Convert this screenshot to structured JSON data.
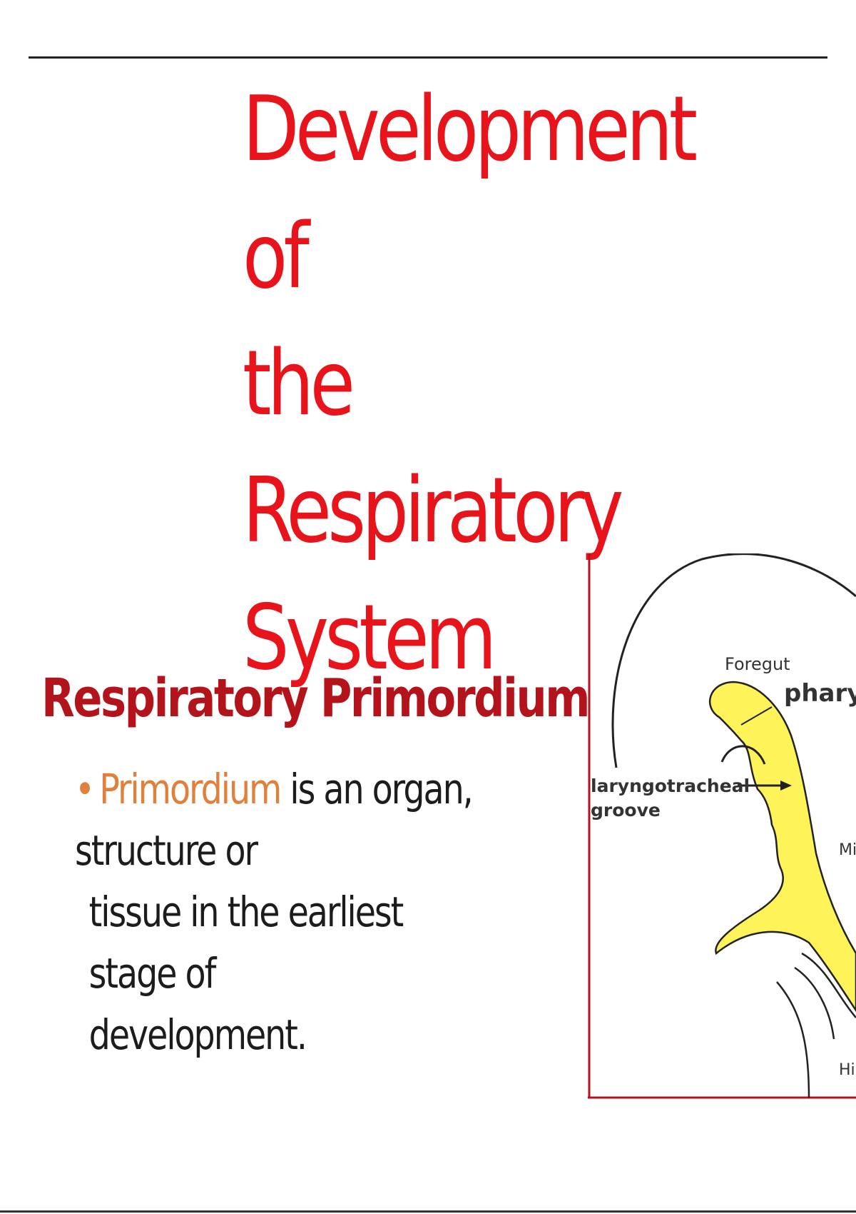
{
  "slide": {
    "title_lines": [
      "Development of",
      "the Respiratory",
      "System"
    ],
    "subtitle": "Respiratory Primordium",
    "bullet": {
      "term": "Primordium",
      "text_line1": " is an organ, structure or",
      "text_line2": "tissue in the earliest stage of",
      "text_line3": "development."
    }
  },
  "diagram": {
    "labels": {
      "foregut": "Foregut",
      "pharynx": "phary",
      "groove_line1": "laryngotracheal",
      "groove_line2": "groove",
      "mid": "Mi",
      "hind": "Hi"
    }
  },
  "colors": {
    "title": "#e8141c",
    "subtitle": "#b3131b",
    "term": "#e0803a",
    "diagram_fill": "#fff35a",
    "diagram_frame": "#b3131b"
  }
}
